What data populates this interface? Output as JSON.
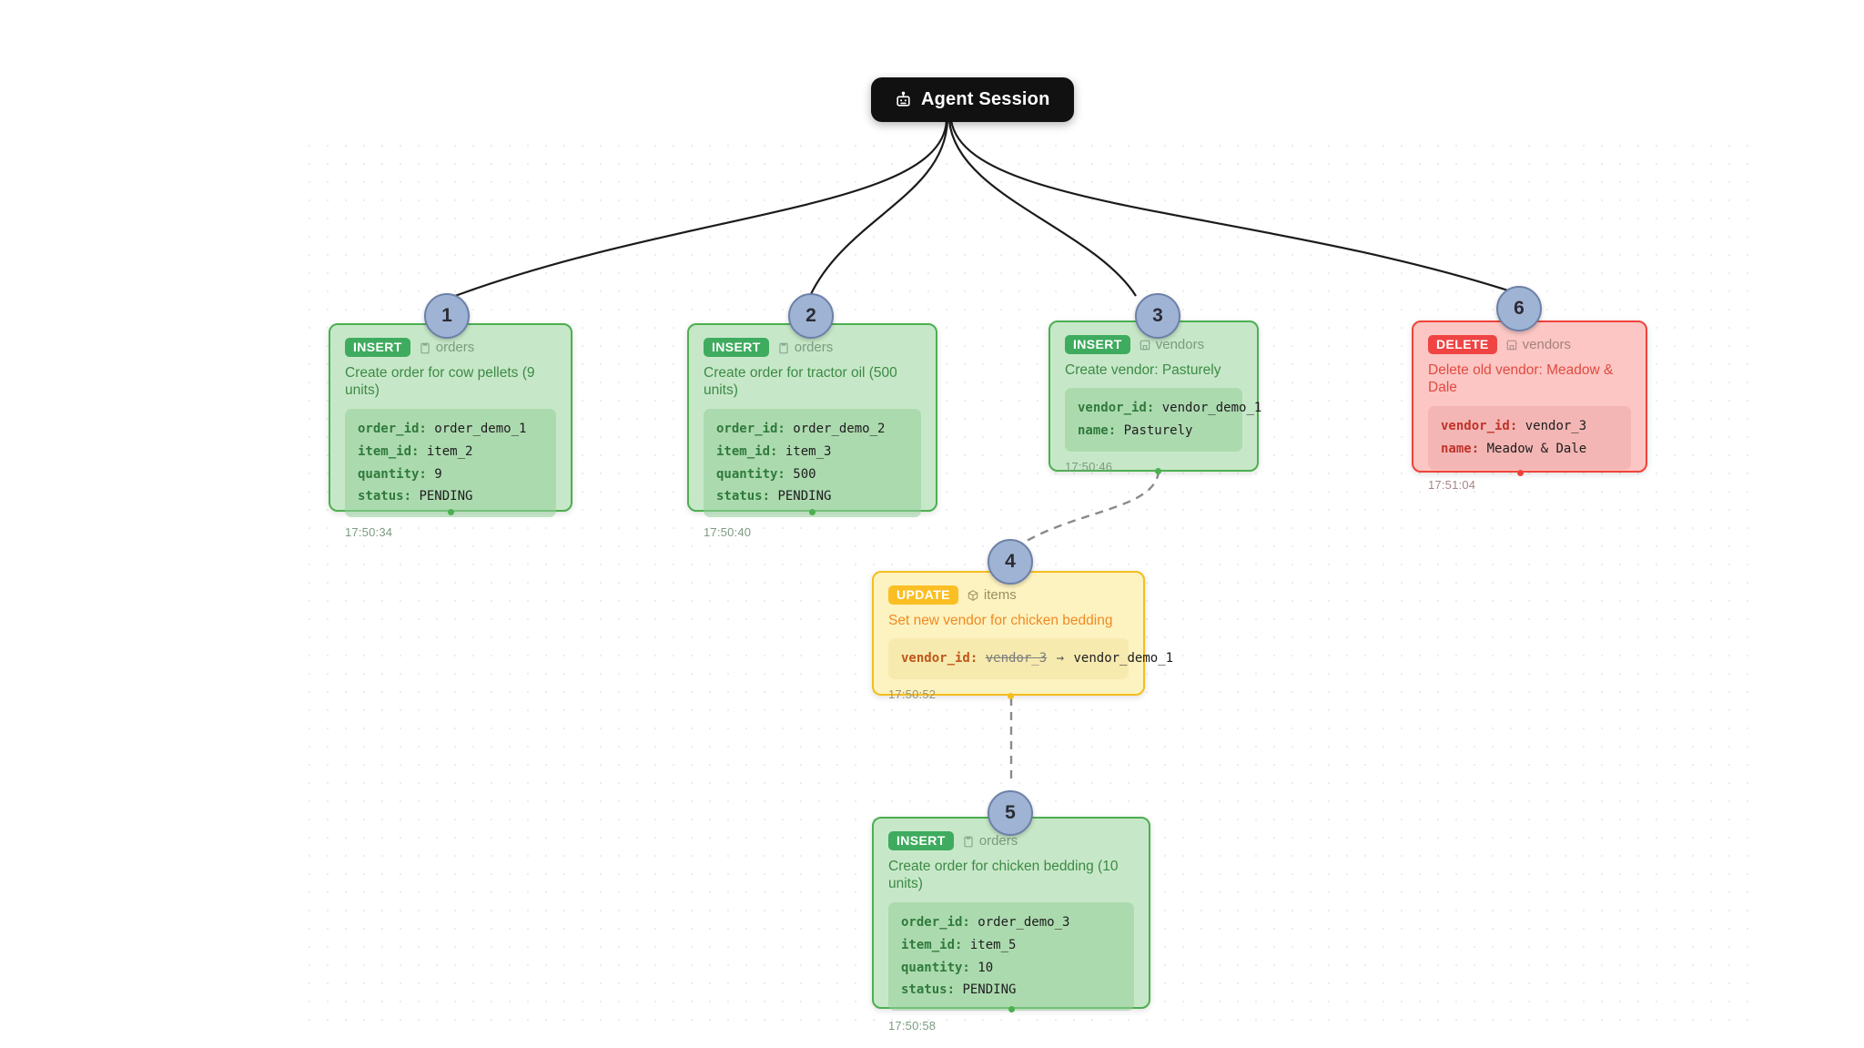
{
  "root": {
    "label": "Agent Session",
    "icon": "robot-icon"
  },
  "steps": [
    {
      "number": "1",
      "kind": "green",
      "operation": "INSERT",
      "table": "orders",
      "table_icon": "clipboard-icon",
      "title": "Create order for cow pellets (9 units)",
      "fields": [
        {
          "key": "order_id:",
          "value": "order_demo_1"
        },
        {
          "key": "item_id:",
          "value": "item_2"
        },
        {
          "key": "quantity:",
          "value": "9"
        },
        {
          "key": "status:",
          "value": "PENDING"
        }
      ],
      "timestamp": "17:50:34"
    },
    {
      "number": "2",
      "kind": "green",
      "operation": "INSERT",
      "table": "orders",
      "table_icon": "clipboard-icon",
      "title": "Create order for tractor oil (500 units)",
      "fields": [
        {
          "key": "order_id:",
          "value": "order_demo_2"
        },
        {
          "key": "item_id:",
          "value": "item_3"
        },
        {
          "key": "quantity:",
          "value": "500"
        },
        {
          "key": "status:",
          "value": "PENDING"
        }
      ],
      "timestamp": "17:50:40"
    },
    {
      "number": "3",
      "kind": "green",
      "operation": "INSERT",
      "table": "vendors",
      "table_icon": "store-icon",
      "title": "Create vendor: Pasturely",
      "fields": [
        {
          "key": "vendor_id:",
          "value": "vendor_demo_1"
        },
        {
          "key": "name:",
          "value": "Pasturely"
        }
      ],
      "timestamp": "17:50:46"
    },
    {
      "number": "4",
      "kind": "yellow",
      "operation": "UPDATE",
      "table": "items",
      "table_icon": "package-icon",
      "title": "Set new vendor for chicken bedding",
      "fields": [
        {
          "key": "vendor_id:",
          "old_value": "vendor_3",
          "arrow": "→",
          "value": "vendor_demo_1"
        }
      ],
      "timestamp": "17:50:52"
    },
    {
      "number": "5",
      "kind": "green",
      "operation": "INSERT",
      "table": "orders",
      "table_icon": "clipboard-icon",
      "title": "Create order for chicken bedding (10 units)",
      "fields": [
        {
          "key": "order_id:",
          "value": "order_demo_3"
        },
        {
          "key": "item_id:",
          "value": "item_5"
        },
        {
          "key": "quantity:",
          "value": "10"
        },
        {
          "key": "status:",
          "value": "PENDING"
        }
      ],
      "timestamp": "17:50:58"
    },
    {
      "number": "6",
      "kind": "red",
      "operation": "DELETE",
      "table": "vendors",
      "table_icon": "store-icon",
      "title": "Delete old vendor: Meadow & Dale",
      "fields": [
        {
          "key": "vendor_id:",
          "value": "vendor_3"
        },
        {
          "key": "name:",
          "value": "Meadow & Dale"
        }
      ],
      "timestamp": "17:51:04"
    }
  ],
  "colors": {
    "insert": "#3fab5f",
    "update": "#fbbf24",
    "delete": "#ef4443",
    "green_border": "#4caf50",
    "yellow_border": "#f5bd1f",
    "red_border": "#f0433a",
    "badge_fill": "#9fb4d4",
    "root_bg": "#111111"
  }
}
